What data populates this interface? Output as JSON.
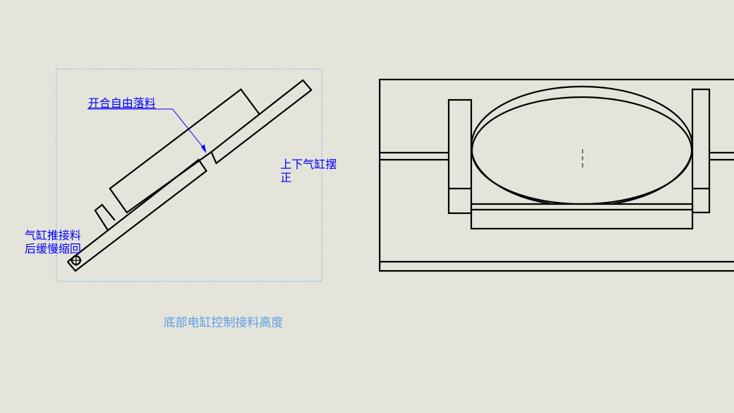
{
  "annotations": {
    "free_fall": "开合自由落料",
    "swing_line1": "上下气缸摆",
    "swing_line2": "正",
    "push_line1": "气缸推接料",
    "push_line2": "后缓慢缩回"
  },
  "caption": "底部电缸控制接料高度",
  "colors": {
    "background": "#e5e4da",
    "annotation": "#0000ff",
    "caption": "#5aa0e6",
    "selection_box": "#6fb2e6"
  }
}
